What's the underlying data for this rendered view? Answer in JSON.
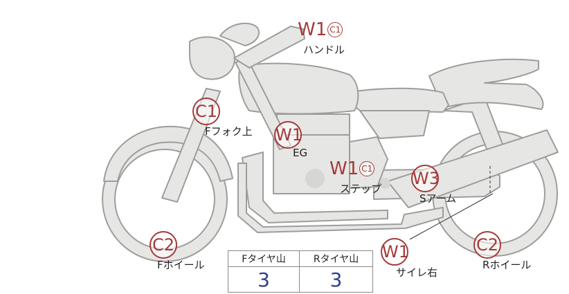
{
  "annotations": [
    {
      "id": "handle",
      "codes": "W1",
      "sub": "C1",
      "label": "ハンドル"
    },
    {
      "id": "f-fork-top",
      "codes": "C1",
      "label": "Fフォク上"
    },
    {
      "id": "eg",
      "codes": "W1",
      "label": "EG"
    },
    {
      "id": "step",
      "codes": "W1",
      "sub": "C1",
      "label": "ステップ"
    },
    {
      "id": "s-arm",
      "codes": "W3",
      "label": "Sアーム"
    },
    {
      "id": "f-wheel",
      "codes": "C2",
      "label": "Fホイール"
    },
    {
      "id": "muffler-right",
      "codes": "W1",
      "label": "サイレ右"
    },
    {
      "id": "r-wheel",
      "codes": "C2",
      "label": "Rホイール"
    }
  ],
  "tread_table": {
    "headers": [
      "Fタイヤ山",
      "Rタイヤ山"
    ],
    "values": [
      "3",
      "3"
    ]
  },
  "colors": {
    "code_red": "#a53a3a",
    "value_blue": "#2f3f8f",
    "part_fill": "#e6e6e4",
    "part_stroke": "#9d9d9b"
  }
}
